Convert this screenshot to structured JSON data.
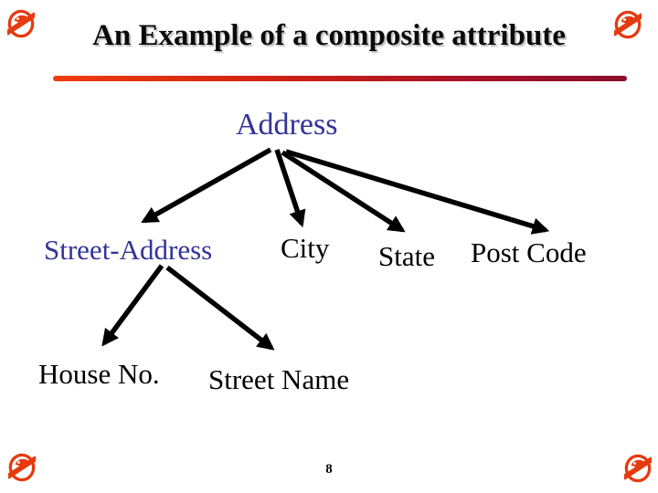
{
  "slide": {
    "title": "An Example of a composite attribute",
    "page_number": "8"
  },
  "diagram": {
    "type": "tree",
    "description": "Composite attribute decomposition tree",
    "nodes": {
      "address": "Address",
      "street_address": "Street-Address",
      "city": "City",
      "state": "State",
      "post_code": "Post Code",
      "house_no": "House No.",
      "street_name": "Street Name"
    },
    "edges": [
      {
        "from": "Address",
        "to": "Street-Address"
      },
      {
        "from": "Address",
        "to": "City"
      },
      {
        "from": "Address",
        "to": "State"
      },
      {
        "from": "Address",
        "to": "Post Code"
      },
      {
        "from": "Street-Address",
        "to": "House No."
      },
      {
        "from": "Street-Address",
        "to": "Street Name"
      }
    ]
  },
  "colors": {
    "attribute_blue": "#333399",
    "text_black": "#000000",
    "arrow_black": "#000000",
    "divider_gradient_start": "#f03c0d",
    "divider_gradient_end": "#8c0c2c",
    "logo_red": "#e63a0f",
    "title_shadow_gray": "#c2c2c2"
  },
  "icons": {
    "corner_logo": "red-griffin-crest-logo"
  }
}
